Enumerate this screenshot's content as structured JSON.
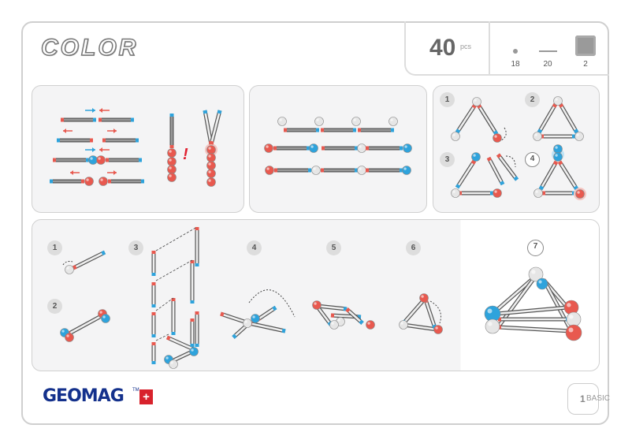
{
  "header": {
    "title": "COLOR",
    "count": "40",
    "count_unit": "pcs",
    "pieces": [
      {
        "icon": "ball-icon",
        "qty": "18"
      },
      {
        "icon": "rod-icon",
        "qty": "20"
      },
      {
        "icon": "plate-icon",
        "qty": "2"
      }
    ]
  },
  "panel3": {
    "steps": [
      "1",
      "2",
      "3",
      "4"
    ]
  },
  "panel4": {
    "steps": [
      "1",
      "2",
      "3",
      "4",
      "5",
      "6",
      "7"
    ]
  },
  "footer": {
    "brand": "GEOMAG",
    "trademark": "TM",
    "page": "1",
    "level": "BASIC"
  },
  "colors": {
    "red": "#e8594f",
    "blue": "#2ea3dc",
    "white": "#e6e6e6",
    "accent": "#d8222c"
  }
}
